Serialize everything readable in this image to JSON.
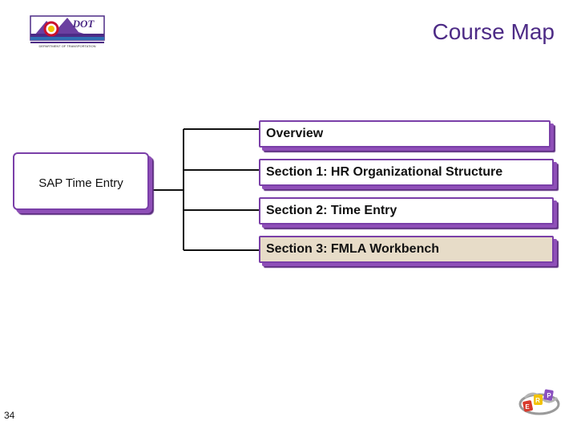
{
  "header": {
    "title": "Course Map",
    "logo_text": "DOT",
    "logo_subtext": "DEPARTMENT OF TRANSPORTATION"
  },
  "course_map": {
    "root": {
      "label": "SAP Time Entry"
    },
    "sections": [
      {
        "label": "Overview",
        "active": false
      },
      {
        "label": "Section 1:  HR Organizational Structure",
        "active": false
      },
      {
        "label": "Section 2:  Time Entry",
        "active": false
      },
      {
        "label": "Section 3:  FMLA Workbench",
        "active": true
      }
    ]
  },
  "footer": {
    "page_number": "34"
  },
  "colors": {
    "title": "#4d2b86",
    "box_border": "#7a3fa8",
    "active_fill": "#e7dcc8"
  }
}
